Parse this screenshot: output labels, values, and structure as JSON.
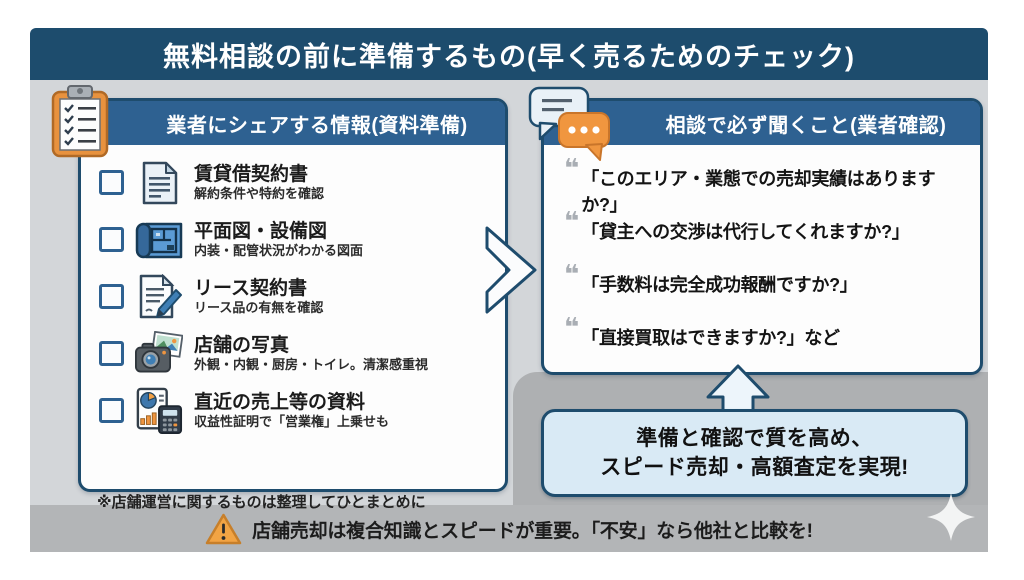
{
  "page": {
    "title": "無料相談の前に準備するもの(早く売るためのチェック)"
  },
  "colors": {
    "navy": "#1d4c6d",
    "header_blue": "#2e6191",
    "orange": "#ef9540",
    "bg_light_gray": "#d3d6d9",
    "bg_dark_gray": "#aeb0b2",
    "result_box_blue": "#d9eaf5"
  },
  "left_panel": {
    "header": "業者にシェアする情報(資料準備)",
    "header_icon": "clipboard-checklist-icon",
    "items": [
      {
        "icon": "rental-contract-document-icon",
        "title": "賃貸借契約書",
        "subtitle": "解約条件や特約を確認",
        "checked": false
      },
      {
        "icon": "blueprint-icon",
        "title": "平面図・設備図",
        "subtitle": "内装・配管状況がわかる図面",
        "checked": false
      },
      {
        "icon": "lease-contract-pen-icon",
        "title": "リース契約書",
        "subtitle": "リース品の有無を確認",
        "checked": false
      },
      {
        "icon": "camera-photos-icon",
        "title": "店舗の写真",
        "subtitle": "外観・内観・厨房・トイレ。清潔感重視",
        "checked": false
      },
      {
        "icon": "sales-report-calculator-icon",
        "title": "直近の売上等の資料",
        "subtitle": "収益性証明で「営業権」上乗せも",
        "checked": false
      }
    ],
    "note": "※店舗運営に関するものは整理してひとまとめに"
  },
  "right_panel": {
    "header": "相談で必ず聞くこと(業者確認)",
    "header_icon": "speech-bubbles-icon",
    "quote_mark": "❝",
    "questions": [
      "「このエリア・業態での売却実績はありますか?」",
      "「貸主への交渉は代行してくれますか?」",
      "「手数料は完全成功報酬ですか?」",
      "「直接買取はできますか?」など"
    ]
  },
  "result_box": {
    "line1": "準備と確認で質を高め、",
    "line2": "スピード売却・高額査定を実現!"
  },
  "footer": {
    "icon": "warning-triangle-icon",
    "text": "店舗売却は複合知識とスピードが重要。「不安」なら他社と比較を!"
  }
}
